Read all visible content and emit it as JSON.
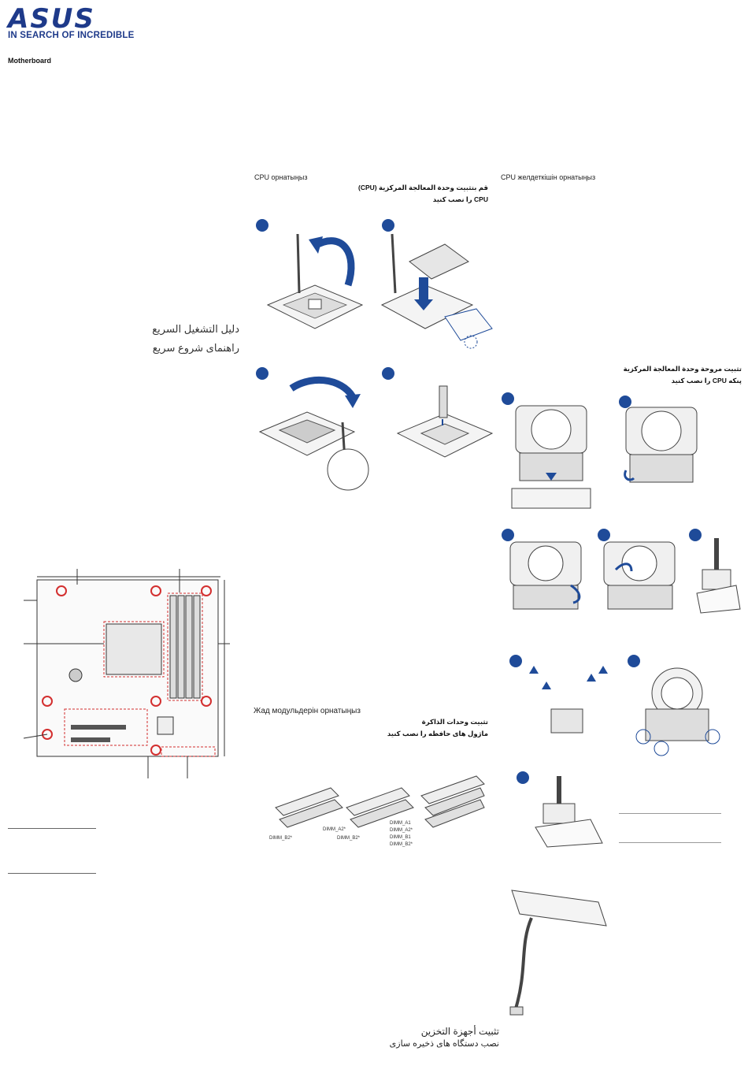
{
  "brand": {
    "logo": "ASUS",
    "tagline": "IN SEARCH OF INCREDIBLE"
  },
  "product": "Motherboard",
  "quick_start": {
    "arabic": "دليل التشغيل السريع",
    "persian": "راهنمای شروع سریع"
  },
  "cpu_install": {
    "kazakh": "CPU орнатыңыз",
    "arabic": "قم بتثبيت وحدة المعالجة المركزية (CPU)",
    "persian": "CPU را نصب کنید"
  },
  "cooler_install": {
    "kazakh": "CPU желдеткішін орнатыңыз",
    "arabic": "تثبيت مروحة وحدة المعالجة المركزية",
    "persian": "پنکه CPU را نصب کنید"
  },
  "memory_install": {
    "kazakh": "Жад модульдерін орнатыңыз",
    "arabic": "تثبيت وحدات الذاكرة",
    "persian": "ماژول های حافظه را نصب کنید",
    "dimm_labels": [
      "DIMM_B2*",
      "DIMM_A2*",
      "DIMM_B2*",
      "DIMM_A1",
      "DIMM_A2*",
      "DIMM_B1",
      "DIMM_B2*"
    ]
  },
  "storage_install": {
    "arabic": "تثبيت أجهزة التخزين",
    "persian": "نصب دستگاه های ذخیره سازی"
  },
  "colors": {
    "brand_blue": "#1e3a8a",
    "step_blue": "#1f4b99",
    "callout_red": "#d32f2f"
  }
}
